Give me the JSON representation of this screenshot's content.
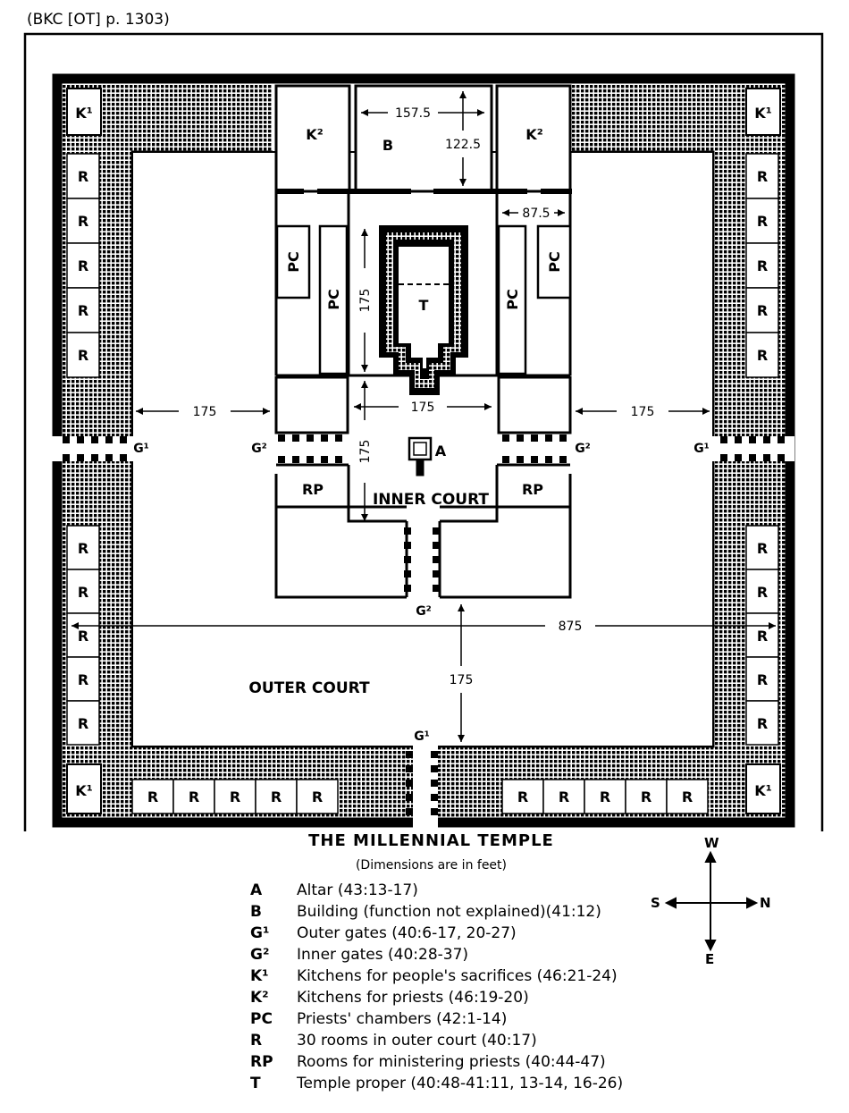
{
  "source": "(BKC [OT] p. 1303)",
  "title": "THE MILLENNIAL TEMPLE",
  "subtitle": "(Dimensions are in feet)",
  "labels": {
    "k1": "K¹",
    "k2": "K²",
    "b": "B",
    "r": "R",
    "pc": "PC",
    "t": "T",
    "a": "A",
    "rp": "RP",
    "g1": "G¹",
    "g2": "G²",
    "inner_court": "INNER COURT",
    "outer_court": "OUTER COURT"
  },
  "dimensions": {
    "d157": "157.5",
    "d122": "122.5",
    "d87": "87.5",
    "d175": "175",
    "d875": "875"
  },
  "legend": [
    {
      "code": "A",
      "text": "Altar (43:13-17)"
    },
    {
      "code": "B",
      "text": "Building (function not explained)(41:12)"
    },
    {
      "code": "G¹",
      "text": "Outer gates (40:6-17, 20-27)"
    },
    {
      "code": "G²",
      "text": "Inner gates (40:28-37)"
    },
    {
      "code": "K¹",
      "text": "Kitchens for people's sacrifices (46:21-24)"
    },
    {
      "code": "K²",
      "text": "Kitchens for priests (46:19-20)"
    },
    {
      "code": "PC",
      "text": "Priests' chambers (42:1-14)"
    },
    {
      "code": "R",
      "text": "30 rooms in outer court (40:17)"
    },
    {
      "code": "RP",
      "text": "Rooms for ministering priests (40:44-47)"
    },
    {
      "code": "T",
      "text": "Temple proper (40:48-41:11, 13-14, 16-26)"
    }
  ],
  "compass": {
    "w": "W",
    "e": "E",
    "s": "S",
    "n": "N"
  }
}
